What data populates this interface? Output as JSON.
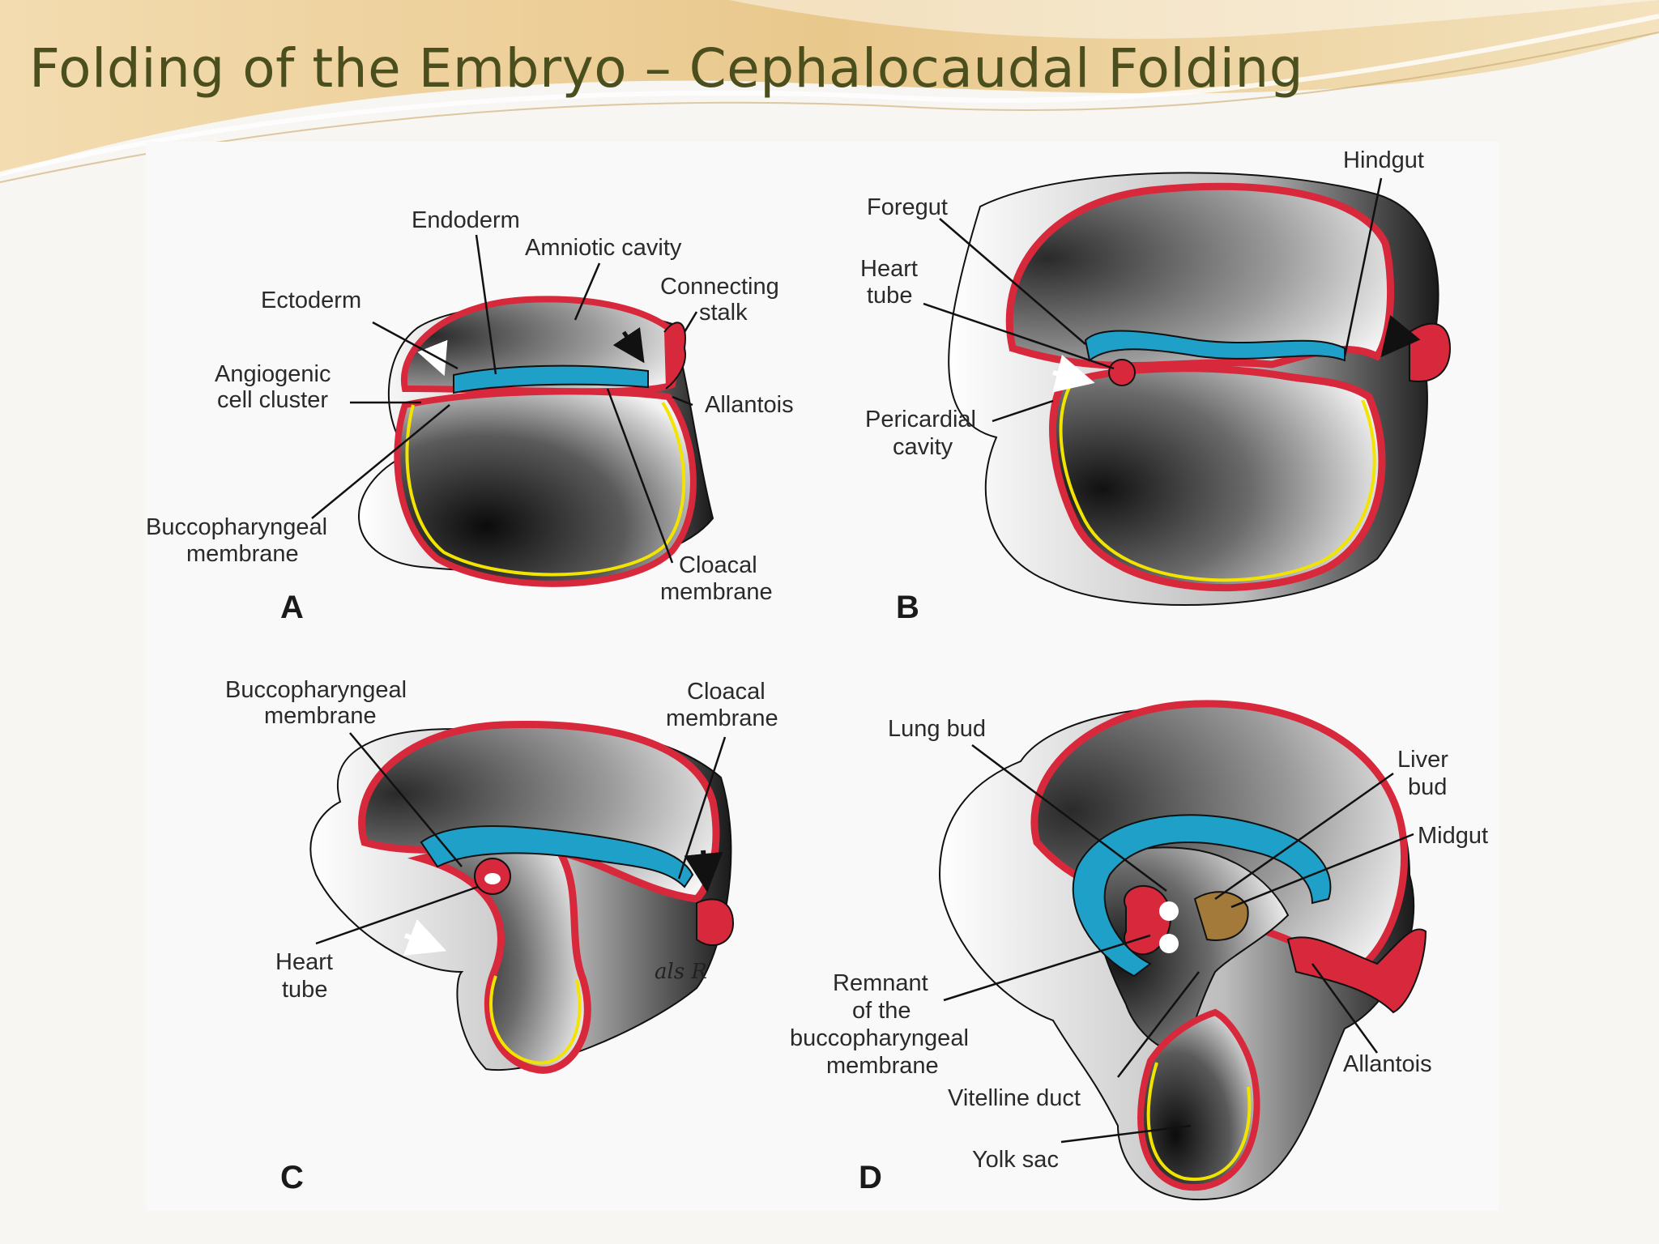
{
  "title": "Folding of the Embryo – Cephalocaudal Folding",
  "colors": {
    "ectoderm": "#d8283c",
    "endoderm_line": "#f2e400",
    "mesoderm_blue": "#1ea0c8",
    "liver_bud": "#a37a3a",
    "title_text": "#4a4f1d",
    "header_wave": "#e6c98d"
  },
  "panels": {
    "a": {
      "letter": "A",
      "labels": {
        "endoderm": "Endoderm",
        "amniotic_cavity": "Amniotic cavity",
        "ectoderm": "Ectoderm",
        "connecting_stalk_1": "Connecting",
        "connecting_stalk_2": "stalk",
        "angiogenic_1": "Angiogenic",
        "angiogenic_2": "cell cluster",
        "allantois": "Allantois",
        "bucco_1": "Buccopharyngeal",
        "bucco_2": "membrane",
        "cloacal_1": "Cloacal",
        "cloacal_2": "membrane"
      }
    },
    "b": {
      "letter": "B",
      "labels": {
        "hindgut": "Hindgut",
        "foregut": "Foregut",
        "heart_tube_1": "Heart",
        "heart_tube_2": "tube",
        "pericardial_1": "Pericardial",
        "pericardial_2": "cavity"
      }
    },
    "c": {
      "letter": "C",
      "signature": "als R",
      "labels": {
        "bucco_1": "Buccopharyngeal",
        "bucco_2": "membrane",
        "cloacal_1": "Cloacal",
        "cloacal_2": "membrane",
        "heart_tube_1": "Heart",
        "heart_tube_2": "tube"
      }
    },
    "d": {
      "letter": "D",
      "labels": {
        "lung_bud": "Lung bud",
        "liver_bud_1": "Liver",
        "liver_bud_2": "bud",
        "midgut": "Midgut",
        "remnant_1": "Remnant",
        "remnant_2": "of the",
        "remnant_3": "buccopharyngeal",
        "remnant_4": "membrane",
        "allantois": "Allantois",
        "vitelline_duct": "Vitelline duct",
        "yolk_sac": "Yolk sac"
      }
    }
  }
}
